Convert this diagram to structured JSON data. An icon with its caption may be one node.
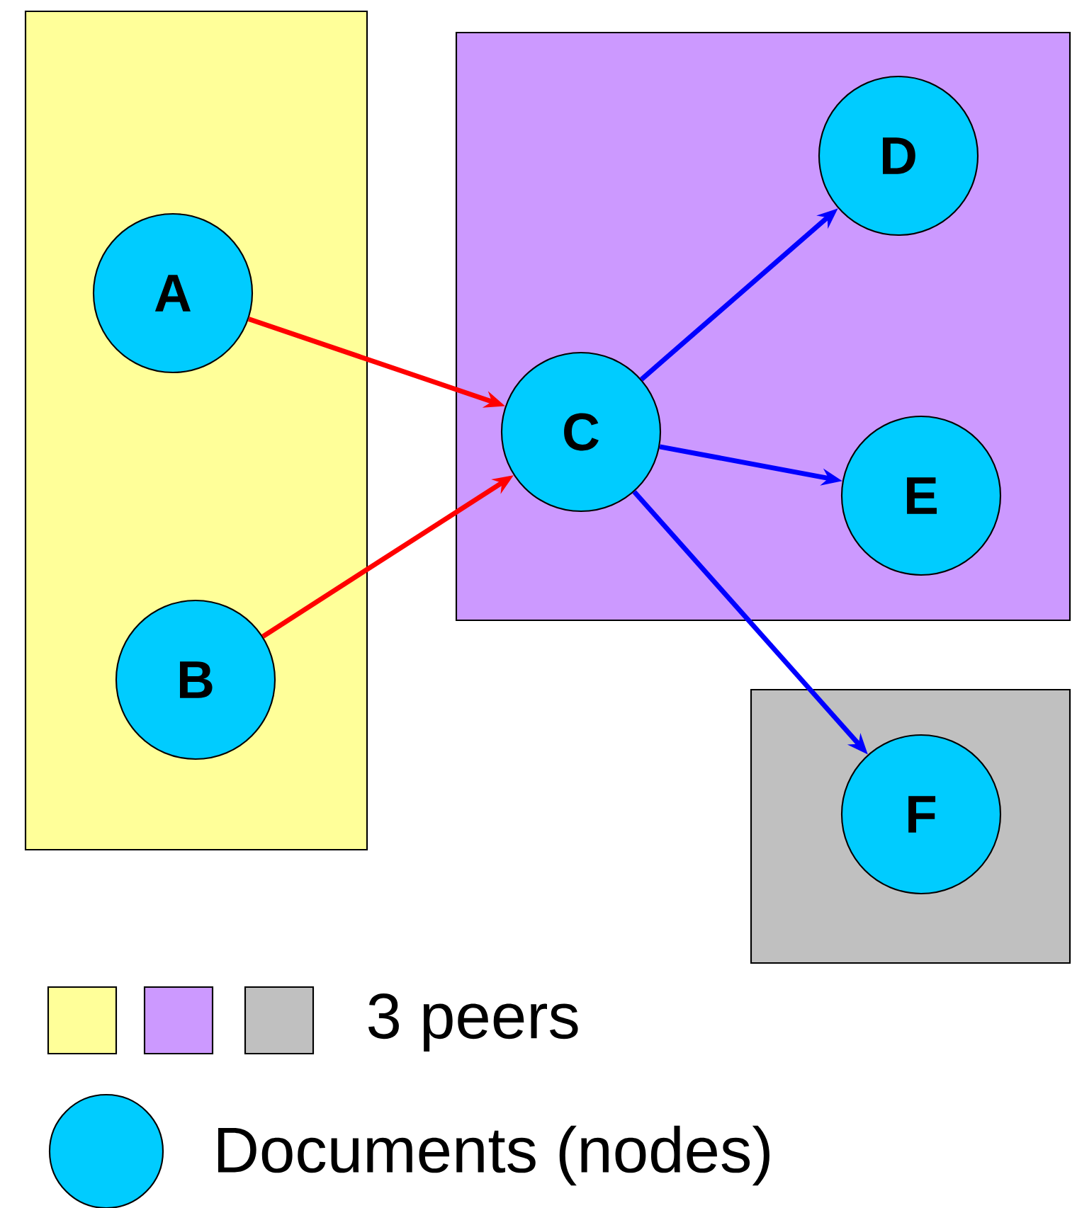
{
  "diagram": {
    "nodes": [
      {
        "text": [],
        "shape": "box"
      },
      {
        "text": [
          "A"
        ],
        "in": 0
      },
      {
        "text": [
          "B"
        ],
        "in": 0
      },
      {
        "text": [],
        "shape": "box"
      },
      {
        "text": [
          "D"
        ],
        "in": 3
      },
      {
        "text": [
          "C"
        ],
        "in": 3
      },
      {
        "text": [
          "E"
        ],
        "in": 3
      },
      {
        "text": [],
        "shape": "box"
      },
      {
        "text": [
          "F"
        ],
        "in": 7
      }
    ],
    "edges": [
      {
        "from": 1,
        "to": 5,
        "arrow": "to",
        "color": "#ff0000"
      },
      {
        "from": 2,
        "to": 5,
        "arrow": "to",
        "color": "#ff0000"
      },
      {
        "from": 5,
        "to": 4,
        "arrow": "to"
      },
      {
        "from": 5,
        "to": 6,
        "arrow": "to"
      },
      {
        "from": 5,
        "to": 8,
        "arrow": "to"
      }
    ],
    "legend": [
      {
        "text": "3 peers",
        "color": "#ffff99"
      },
      {
        "text": "Documents (nodes)"
      }
    ]
  }
}
